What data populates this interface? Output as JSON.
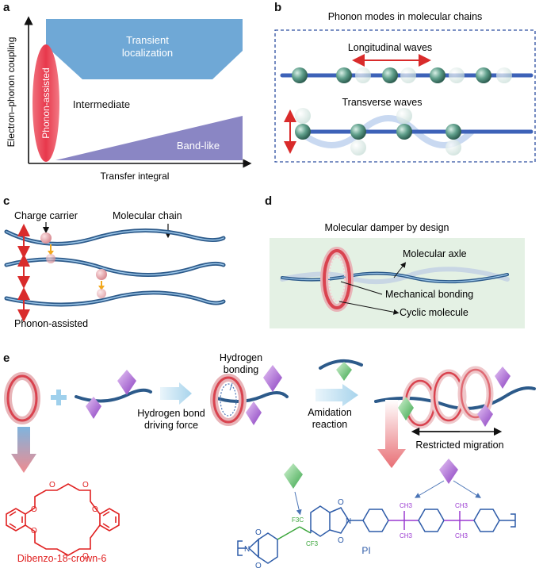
{
  "panel_a": {
    "letter": "a",
    "y_axis_label": "Electron–phonon coupling",
    "x_axis_label": "Transfer integral",
    "regions": {
      "transient": [
        "Transient",
        "localization"
      ],
      "intermediate": "Intermediate",
      "band_like": "Band-like",
      "phonon_assisted": "Phonon-assisted"
    },
    "colors": {
      "transient": "#6fa8d6",
      "band_like": "#8a86c4",
      "phonon": "#ee4b5a"
    }
  },
  "panel_b": {
    "letter": "b",
    "title": "Phonon modes in molecular chains",
    "longitudinal": "Longitudinal waves",
    "transverse": "Transverse waves"
  },
  "panel_c": {
    "letter": "c",
    "charge_carrier": "Charge carrier",
    "molecular_chain": "Molecular chain",
    "phonon_assisted": "Phonon-assisted"
  },
  "panel_d": {
    "letter": "d",
    "title": "Molecular damper by design",
    "molecular_axle": "Molecular axle",
    "mechanical_bonding": "Mechanical bonding",
    "cyclic_molecule": "Cyclic molecule"
  },
  "panel_e": {
    "letter": "e",
    "hbond_driving": [
      "Hydrogen bond",
      "driving force"
    ],
    "hydrogen_bonding": [
      "Hydrogen",
      "bonding"
    ],
    "amidation": [
      "Amidation",
      "reaction"
    ],
    "restricted_migration": "Restricted migration",
    "crown_name": "Dibenzo-18-crown-6",
    "pi_label": "PI",
    "cf3_top": "F3C",
    "cf3_bottom": "CF3",
    "ch3_top_1": "CH3",
    "ch3_bottom_1": "CH3",
    "ch3_top_2": "CH3",
    "ch3_bottom_2": "CH3",
    "n_label_1": "N",
    "n_label_2": "N",
    "o_labels": [
      "O",
      "O",
      "O",
      "O"
    ],
    "crown_o": [
      "O",
      "O",
      "O",
      "O",
      "O",
      "O"
    ],
    "colors": {
      "crown": "#e02020",
      "pi": "#2d5ba8",
      "cf3": "#3aa53a",
      "ch3": "#9a3ad0"
    }
  }
}
